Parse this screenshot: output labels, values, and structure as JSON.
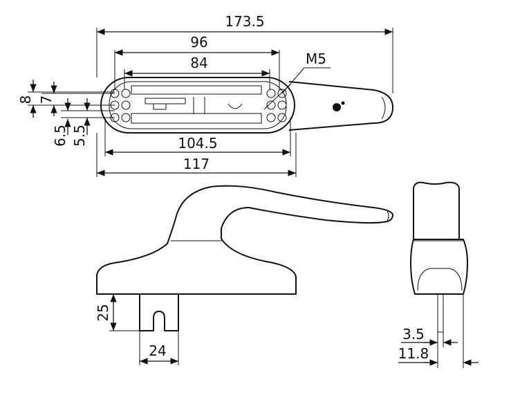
{
  "dimensions": {
    "overall_length": "173.5",
    "hole_spacing_outer": "96",
    "hole_spacing_inner": "84",
    "thread": "M5",
    "base_height_8": "8",
    "base_height_7": "7",
    "offset_6_5": "6.5",
    "offset_5_5": "5.5",
    "base_inner_length": "104.5",
    "base_outer_length": "117",
    "spindle_height": "25",
    "spindle_width": "24",
    "side_dim_3_5": "3.5",
    "side_dim_11_8": "11.8"
  }
}
